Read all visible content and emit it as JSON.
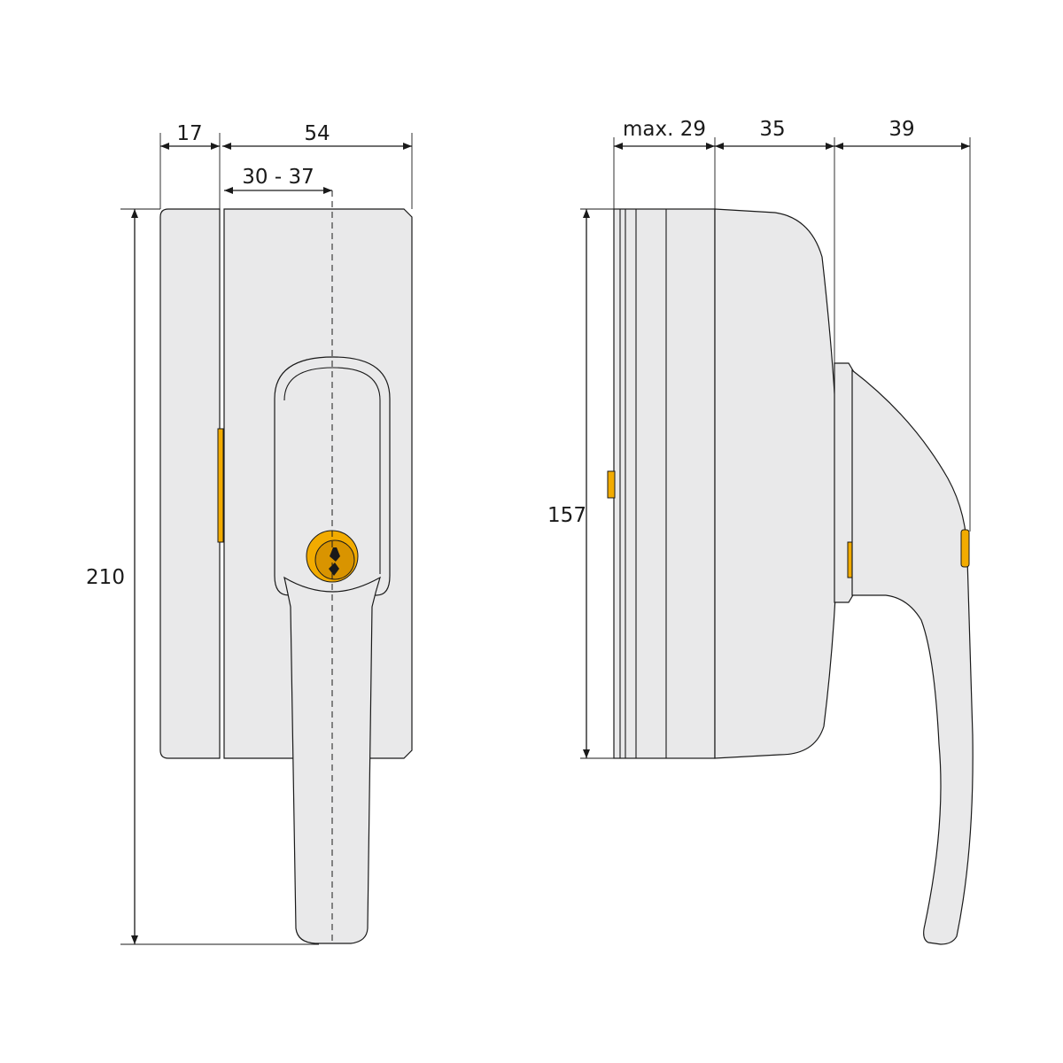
{
  "front_view": {
    "dim_width_left": "17",
    "dim_width_total": "54",
    "dim_axis_range": "30 - 37",
    "dim_height": "210"
  },
  "side_view": {
    "dim_depth_base": "max. 29",
    "dim_depth_body": "35",
    "dim_depth_handle": "39",
    "dim_height": "157"
  },
  "colors": {
    "housing": "#e9e9ea",
    "lock_cylinder": "#f2ab00",
    "line": "#1a1a1a"
  }
}
